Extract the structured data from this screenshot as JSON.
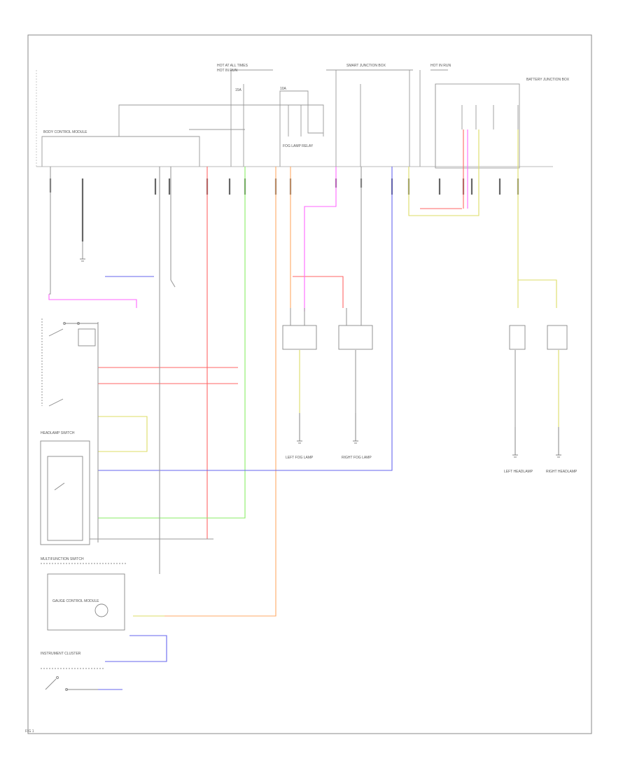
{
  "colors": {
    "frame": "#888888",
    "wire_gray": "#9a9a9a",
    "wire_red": "#ff6666",
    "wire_pink": "#ff66ff",
    "wire_green": "#88ee66",
    "wire_orange": "#ffaa66",
    "wire_blue": "#6666ee",
    "wire_yellow": "#dddd66"
  },
  "labels": {
    "hot_at_all_times_1": "HOT AT ALL TIMES",
    "hot_in_run_1": "HOT IN RUN",
    "smart_junction_box": "SMART JUNCTION BOX",
    "hot_in_run_2": "HOT IN RUN",
    "battery_junction_box": "BATTERY JUNCTION BOX",
    "body_control_module": "BODY CONTROL MODULE",
    "fuse_15a": "15A",
    "fuse_10a": "10A",
    "fog_lamp_relay": "FOG LAMP RELAY",
    "left_fog_lamp": "LEFT FOG LAMP",
    "right_fog_lamp": "RIGHT FOG LAMP",
    "left_headlamp": "LEFT HEADLAMP",
    "right_headlamp": "RIGHT HEADLAMP",
    "headlamp_switch": "HEADLAMP SWITCH",
    "multifunction_switch": "MULTIFUNCTION SWITCH",
    "instrument_cluster": "INSTRUMENT CLUSTER",
    "gauge_control_module": "GAUGE CONTROL MODULE",
    "fig_number": "FIG 1"
  }
}
